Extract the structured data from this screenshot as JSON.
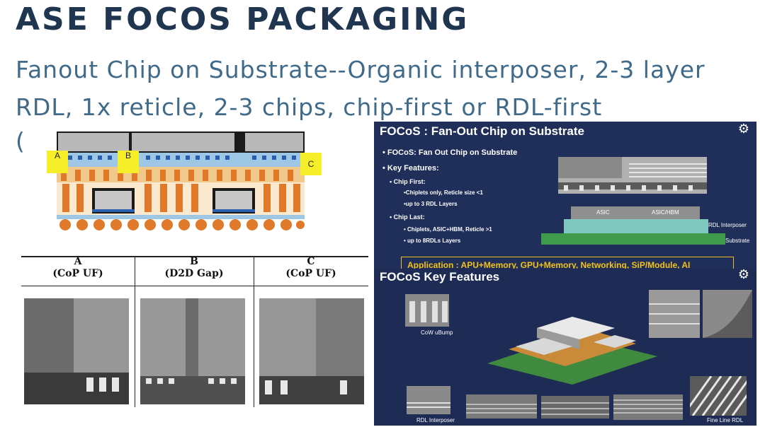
{
  "title": "ASE FOCOS PACKAGING",
  "subtitle": "Fanout Chip on Substrate--Organic interposer, 2-3 layer RDL, 1x reticle, 2-3 chips, chip-first or RDL-first",
  "paren": "(",
  "cross_section_labels": {
    "a": "A",
    "b": "B",
    "c": "C"
  },
  "table": {
    "cols": [
      {
        "letter": "A",
        "desc": "(CoP UF)"
      },
      {
        "letter": "B",
        "desc": "(D2D Gap)"
      },
      {
        "letter": "C",
        "desc": "(CoP UF)"
      }
    ]
  },
  "panel1": {
    "title": "FOCoS : Fan-Out Chip on Substrate",
    "bullet1": "• FOCoS: Fan Out Chip on Substrate",
    "bullet2": "• Key Features:",
    "chip_first": "• Chip First:",
    "cf_item1": "•Chiplets only, Reticle size <1",
    "cf_item2": "•up to 3 RDL Layers",
    "chip_last": "• Chip Last:",
    "cl_item1": "• Chiplets, ASIC+HBM, Reticle >1",
    "cl_item2": "• up to 8RDLs Layers",
    "asic": "ASIC",
    "asic_hbm": "ASIC/HBM",
    "rdl_interposer": "RDL Interposer",
    "substrate": "Substrate",
    "application": "Application : APU+Memory, GPU+Memory, Networking, SiP/Module, AI"
  },
  "panel2": {
    "title": "FOCoS Key Features",
    "cow_ubump": "CoW uBump",
    "rdl_interposer": "RDL Interposer",
    "fine_line_rdl": "Fine Line RDL"
  },
  "colors": {
    "title": "#1f3550",
    "subtitle": "#3f6a8a",
    "panel_bg": "#1f2f5a",
    "label_yellow": "#f7ee2a",
    "pillar": "#e07a2a"
  }
}
